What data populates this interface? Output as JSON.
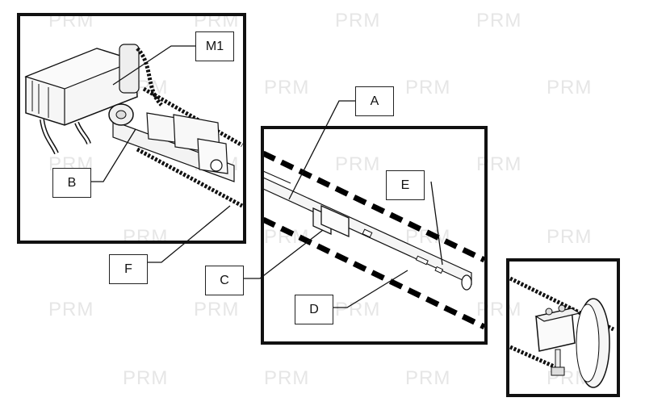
{
  "watermark": {
    "text": "PRM",
    "color": "#e6e6e6"
  },
  "callouts": {
    "m1": "M1",
    "a": "A",
    "b": "B",
    "c": "C",
    "d": "D",
    "e": "E",
    "f": "F"
  },
  "colors": {
    "line": "#111111",
    "dash": "#000000",
    "part": "#f4f4f4"
  }
}
